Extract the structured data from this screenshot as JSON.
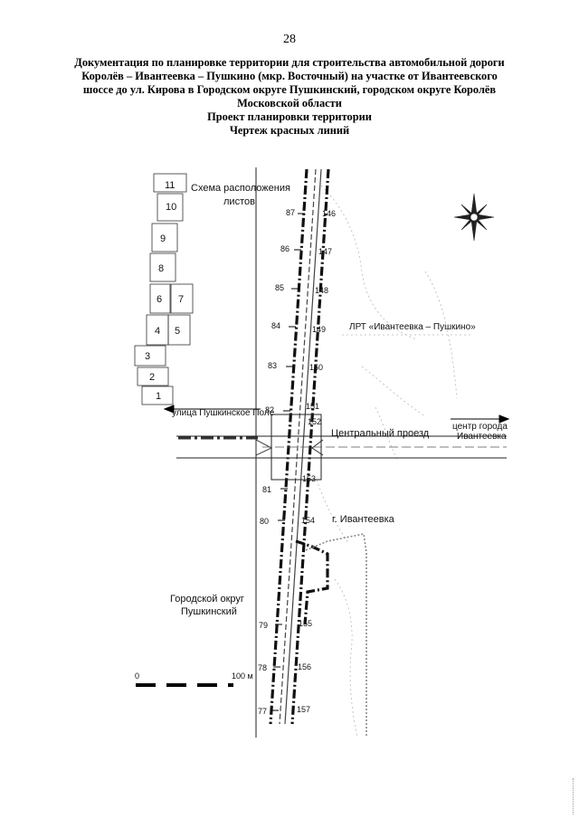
{
  "page_number": "28",
  "header": {
    "lines": [
      "Документация по планировке территории для строительства автомобильной дороги",
      "Королёв – Ивантеевка – Пушкино (мкр. Восточный) на участке от Ивантеевского",
      "шоссе до ул. Кирова в Городском округе Пушкинский, городском округе Королёв",
      "Московской области",
      "Проект планировки территории",
      "Чертеж красных линий"
    ]
  },
  "map": {
    "sheet_scheme": {
      "title_line1": "Схема расположения",
      "title_line2": "листов",
      "sheets": [
        "11",
        "10",
        "9",
        "8",
        "6",
        "7",
        "4",
        "5",
        "3",
        "2",
        "1"
      ]
    },
    "labels": {
      "street_left": "улица Пушкинское Поле",
      "central_passage": "Центральный проезд",
      "city_center_line1": "центр города",
      "city_center_line2": "Ивантеевка",
      "lrt": "ЛРТ «Ивантеевка – Пушкино»",
      "ivanteevka": "г. Ивантеевка",
      "pushkinsky_line1": "Городской округ",
      "pushkinsky_line2": "Пушкинский"
    },
    "left_pickets": [
      "87",
      "86",
      "85",
      "84",
      "83",
      "82",
      "81",
      "80",
      "79",
      "78",
      "77"
    ],
    "right_pickets": [
      "146",
      "147",
      "148",
      "149",
      "150",
      "151",
      "152",
      "153",
      "154",
      "155",
      "156",
      "157"
    ],
    "scale_bar": {
      "start_label": "0",
      "end_label": "100 м"
    },
    "compass_icon": "compass-rose-icon"
  }
}
